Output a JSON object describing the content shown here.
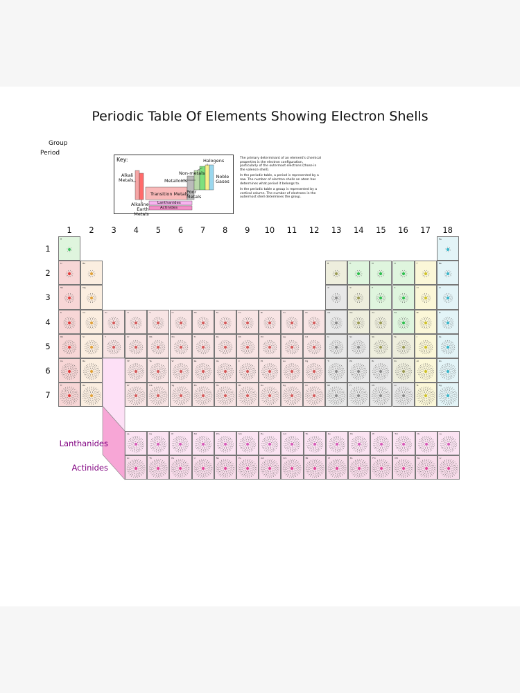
{
  "title": "Periodic Table Of Elements Showing Electron Shells",
  "group_label": "Group",
  "period_label": "Period",
  "groups": [
    "1",
    "2",
    "3",
    "4",
    "5",
    "6",
    "7",
    "8",
    "9",
    "10",
    "11",
    "12",
    "13",
    "14",
    "15",
    "16",
    "17",
    "18"
  ],
  "periods": [
    "1",
    "2",
    "3",
    "4",
    "5",
    "6",
    "7"
  ],
  "lanthanides_label": "Lanthanides",
  "actinides_label": "Actinides",
  "key": {
    "title": "Key:",
    "alkali": "Alkali\nMetals",
    "alkaline": "Alkaline\nEarth\nMetals",
    "transition": "Transition Metals",
    "metalloids": "Metalloids",
    "nonmetals": "Non-metals",
    "halogens": "Halogens",
    "noble": "Noble\nGases",
    "poor": "Poor\nMetals",
    "lanthanides": "Lanthanides",
    "actinides": "Actinides"
  },
  "description": {
    "p1": "The primary determinant of an element's chemical properties is the electron configuration, particularly of the outermost electrons (those in the valence shell).",
    "p2": "In the periodic table, a period is represented by a row. The number of electron shells an atom has determines what period it belongs to.",
    "p3": "In the periodic table a group is represented by a vertical column. The number of electrons in the outermost shell determines the group."
  },
  "colors": {
    "alkali": "#f7d6d6",
    "alkaline": "#fbeee0",
    "transition": "#f8e4e4",
    "poor": "#e8e8e8",
    "metalloid": "#eeeedd",
    "nonmetal": "#dff5de",
    "halogen": "#fbf7d8",
    "noble": "#e3f4f7",
    "lanthanide": "#fbe3f2",
    "actinide": "#f8dcea",
    "hydrogen": "#dff5de"
  },
  "elements": [
    {
      "s": "H",
      "p": 1,
      "g": 1,
      "c": "hydrogen"
    },
    {
      "s": "He",
      "p": 1,
      "g": 18,
      "c": "noble"
    },
    {
      "s": "Li",
      "p": 2,
      "g": 1,
      "c": "alkali"
    },
    {
      "s": "Be",
      "p": 2,
      "g": 2,
      "c": "alkaline"
    },
    {
      "s": "B",
      "p": 2,
      "g": 13,
      "c": "metalloid"
    },
    {
      "s": "C",
      "p": 2,
      "g": 14,
      "c": "nonmetal"
    },
    {
      "s": "N",
      "p": 2,
      "g": 15,
      "c": "nonmetal"
    },
    {
      "s": "O",
      "p": 2,
      "g": 16,
      "c": "nonmetal"
    },
    {
      "s": "F",
      "p": 2,
      "g": 17,
      "c": "halogen"
    },
    {
      "s": "Ne",
      "p": 2,
      "g": 18,
      "c": "noble"
    },
    {
      "s": "Na",
      "p": 3,
      "g": 1,
      "c": "alkali"
    },
    {
      "s": "Mg",
      "p": 3,
      "g": 2,
      "c": "alkaline"
    },
    {
      "s": "Al",
      "p": 3,
      "g": 13,
      "c": "poor"
    },
    {
      "s": "Si",
      "p": 3,
      "g": 14,
      "c": "metalloid"
    },
    {
      "s": "P",
      "p": 3,
      "g": 15,
      "c": "nonmetal"
    },
    {
      "s": "S",
      "p": 3,
      "g": 16,
      "c": "nonmetal"
    },
    {
      "s": "Cl",
      "p": 3,
      "g": 17,
      "c": "halogen"
    },
    {
      "s": "Ar",
      "p": 3,
      "g": 18,
      "c": "noble"
    },
    {
      "s": "K",
      "p": 4,
      "g": 1,
      "c": "alkali"
    },
    {
      "s": "Ca",
      "p": 4,
      "g": 2,
      "c": "alkaline"
    },
    {
      "s": "Sc",
      "p": 4,
      "g": 3,
      "c": "transition"
    },
    {
      "s": "Ti",
      "p": 4,
      "g": 4,
      "c": "transition"
    },
    {
      "s": "V",
      "p": 4,
      "g": 5,
      "c": "transition"
    },
    {
      "s": "Cr",
      "p": 4,
      "g": 6,
      "c": "transition"
    },
    {
      "s": "Mn",
      "p": 4,
      "g": 7,
      "c": "transition"
    },
    {
      "s": "Fe",
      "p": 4,
      "g": 8,
      "c": "transition"
    },
    {
      "s": "Co",
      "p": 4,
      "g": 9,
      "c": "transition"
    },
    {
      "s": "Ni",
      "p": 4,
      "g": 10,
      "c": "transition"
    },
    {
      "s": "Cu",
      "p": 4,
      "g": 11,
      "c": "transition"
    },
    {
      "s": "Zn",
      "p": 4,
      "g": 12,
      "c": "transition"
    },
    {
      "s": "Ga",
      "p": 4,
      "g": 13,
      "c": "poor"
    },
    {
      "s": "Ge",
      "p": 4,
      "g": 14,
      "c": "metalloid"
    },
    {
      "s": "As",
      "p": 4,
      "g": 15,
      "c": "metalloid"
    },
    {
      "s": "Se",
      "p": 4,
      "g": 16,
      "c": "nonmetal"
    },
    {
      "s": "Br",
      "p": 4,
      "g": 17,
      "c": "halogen"
    },
    {
      "s": "Kr",
      "p": 4,
      "g": 18,
      "c": "noble"
    },
    {
      "s": "Rb",
      "p": 5,
      "g": 1,
      "c": "alkali"
    },
    {
      "s": "Sr",
      "p": 5,
      "g": 2,
      "c": "alkaline"
    },
    {
      "s": "Y",
      "p": 5,
      "g": 3,
      "c": "transition"
    },
    {
      "s": "Zr",
      "p": 5,
      "g": 4,
      "c": "transition"
    },
    {
      "s": "Nb",
      "p": 5,
      "g": 5,
      "c": "transition"
    },
    {
      "s": "Mo",
      "p": 5,
      "g": 6,
      "c": "transition"
    },
    {
      "s": "Tc",
      "p": 5,
      "g": 7,
      "c": "transition"
    },
    {
      "s": "Ru",
      "p": 5,
      "g": 8,
      "c": "transition"
    },
    {
      "s": "Rh",
      "p": 5,
      "g": 9,
      "c": "transition"
    },
    {
      "s": "Pd",
      "p": 5,
      "g": 10,
      "c": "transition"
    },
    {
      "s": "Ag",
      "p": 5,
      "g": 11,
      "c": "transition"
    },
    {
      "s": "Cd",
      "p": 5,
      "g": 12,
      "c": "transition"
    },
    {
      "s": "In",
      "p": 5,
      "g": 13,
      "c": "poor"
    },
    {
      "s": "Sn",
      "p": 5,
      "g": 14,
      "c": "poor"
    },
    {
      "s": "Sb",
      "p": 5,
      "g": 15,
      "c": "metalloid"
    },
    {
      "s": "Te",
      "p": 5,
      "g": 16,
      "c": "metalloid"
    },
    {
      "s": "I",
      "p": 5,
      "g": 17,
      "c": "halogen"
    },
    {
      "s": "Xe",
      "p": 5,
      "g": 18,
      "c": "noble"
    },
    {
      "s": "Cs",
      "p": 6,
      "g": 1,
      "c": "alkali"
    },
    {
      "s": "Ba",
      "p": 6,
      "g": 2,
      "c": "alkaline"
    },
    {
      "s": "Hf",
      "p": 6,
      "g": 4,
      "c": "transition"
    },
    {
      "s": "Ta",
      "p": 6,
      "g": 5,
      "c": "transition"
    },
    {
      "s": "W",
      "p": 6,
      "g": 6,
      "c": "transition"
    },
    {
      "s": "Re",
      "p": 6,
      "g": 7,
      "c": "transition"
    },
    {
      "s": "Os",
      "p": 6,
      "g": 8,
      "c": "transition"
    },
    {
      "s": "Ir",
      "p": 6,
      "g": 9,
      "c": "transition"
    },
    {
      "s": "Pt",
      "p": 6,
      "g": 10,
      "c": "transition"
    },
    {
      "s": "Au",
      "p": 6,
      "g": 11,
      "c": "transition"
    },
    {
      "s": "Hg",
      "p": 6,
      "g": 12,
      "c": "transition"
    },
    {
      "s": "Tl",
      "p": 6,
      "g": 13,
      "c": "poor"
    },
    {
      "s": "Pb",
      "p": 6,
      "g": 14,
      "c": "poor"
    },
    {
      "s": "Bi",
      "p": 6,
      "g": 15,
      "c": "poor"
    },
    {
      "s": "Po",
      "p": 6,
      "g": 16,
      "c": "metalloid"
    },
    {
      "s": "At",
      "p": 6,
      "g": 17,
      "c": "halogen"
    },
    {
      "s": "Rn",
      "p": 6,
      "g": 18,
      "c": "noble"
    },
    {
      "s": "Fr",
      "p": 7,
      "g": 1,
      "c": "alkali"
    },
    {
      "s": "Ra",
      "p": 7,
      "g": 2,
      "c": "alkaline"
    },
    {
      "s": "Rf",
      "p": 7,
      "g": 4,
      "c": "transition"
    },
    {
      "s": "Db",
      "p": 7,
      "g": 5,
      "c": "transition"
    },
    {
      "s": "Sg",
      "p": 7,
      "g": 6,
      "c": "transition"
    },
    {
      "s": "Bh",
      "p": 7,
      "g": 7,
      "c": "transition"
    },
    {
      "s": "Hs",
      "p": 7,
      "g": 8,
      "c": "transition"
    },
    {
      "s": "Mt",
      "p": 7,
      "g": 9,
      "c": "transition"
    },
    {
      "s": "Ds",
      "p": 7,
      "g": 10,
      "c": "transition"
    },
    {
      "s": "Rg",
      "p": 7,
      "g": 11,
      "c": "transition"
    },
    {
      "s": "Cn",
      "p": 7,
      "g": 12,
      "c": "transition"
    },
    {
      "s": "Nh",
      "p": 7,
      "g": 13,
      "c": "poor"
    },
    {
      "s": "Fl",
      "p": 7,
      "g": 14,
      "c": "poor"
    },
    {
      "s": "Mc",
      "p": 7,
      "g": 15,
      "c": "poor"
    },
    {
      "s": "Lv",
      "p": 7,
      "g": 16,
      "c": "poor"
    },
    {
      "s": "Ts",
      "p": 7,
      "g": 17,
      "c": "halogen"
    },
    {
      "s": "Og",
      "p": 7,
      "g": 18,
      "c": "noble"
    }
  ],
  "lanthanide_row": [
    "La",
    "Ce",
    "Pr",
    "Nd",
    "Pm",
    "Sm",
    "Eu",
    "Gd",
    "Tb",
    "Dy",
    "Ho",
    "Er",
    "Tm",
    "Yb",
    "Lu"
  ],
  "actinide_row": [
    "Ac",
    "Th",
    "Pa",
    "U",
    "Np",
    "Pu",
    "Am",
    "Cm",
    "Bk",
    "Cf",
    "Es",
    "Fm",
    "Md",
    "No",
    "Lr"
  ]
}
